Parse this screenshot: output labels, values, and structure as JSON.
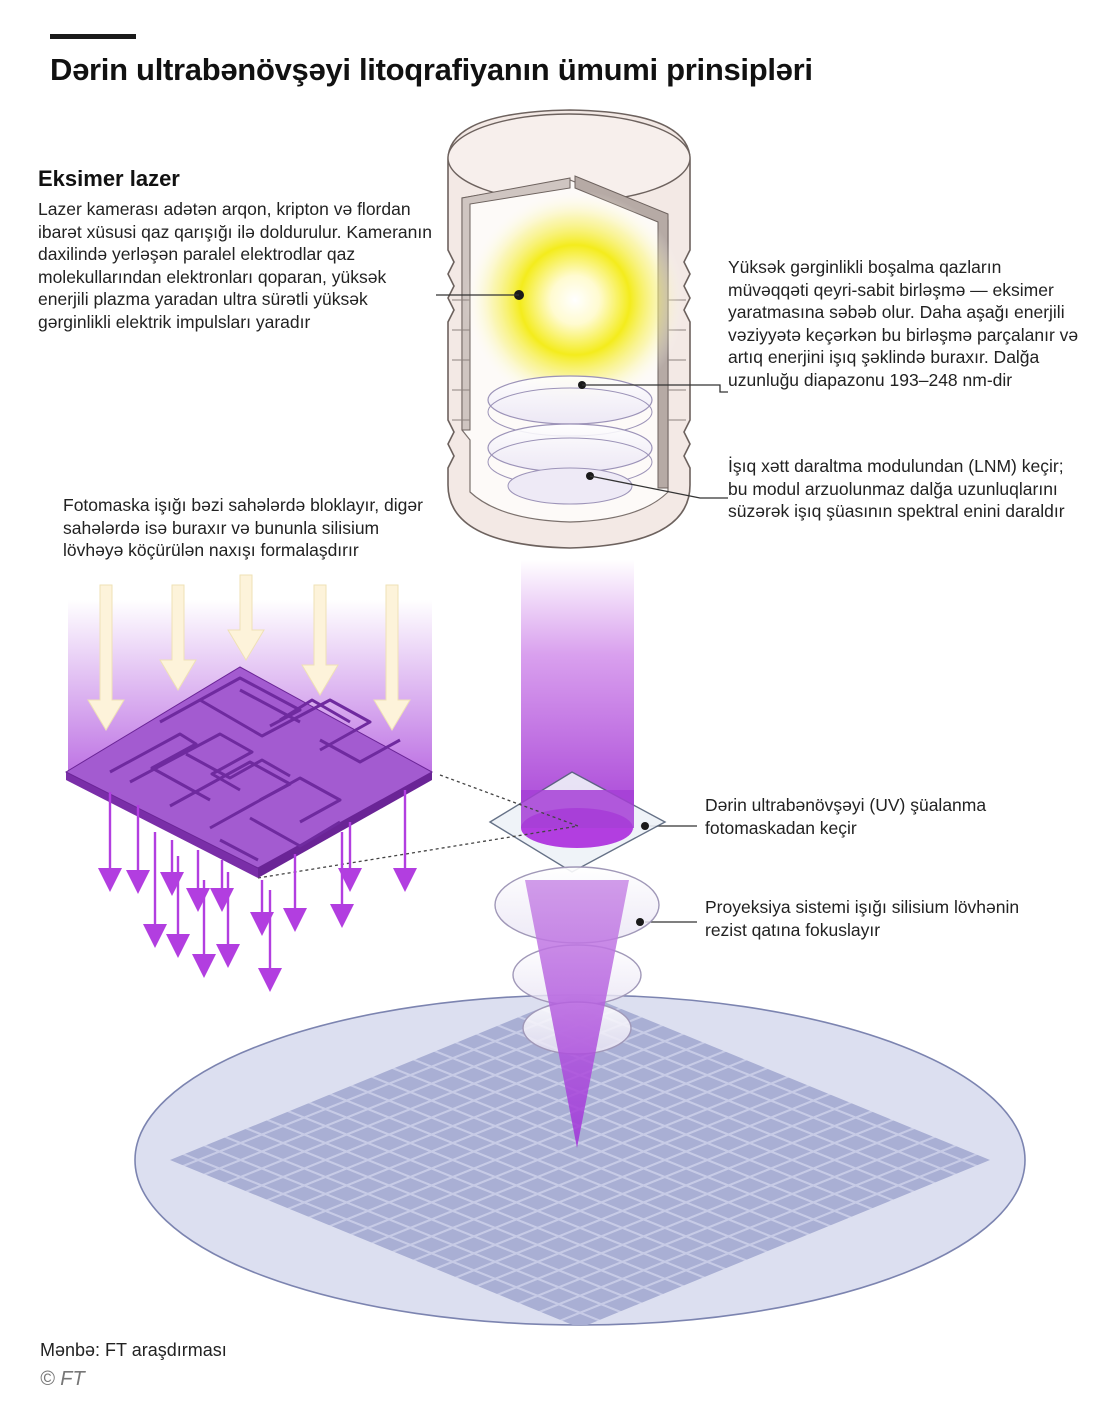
{
  "title": "Dərin ultrabənövşəyi litoqrafiyanın ümumi prinsipləri",
  "laser": {
    "heading": "Eksimer lazer",
    "description": "Lazer kamerası adətən arqon, kripton və flordan ibarət xüsusi qaz qarışığı ilə doldurulur. Kameranın daxilində yerləşən paralel elektrodlar qaz molekullarından elektronları qoparan, yüksək enerjili plazma yaradan ultra sürətli yüksək gərginlikli elektrik impulsları yaradır"
  },
  "callouts": {
    "discharge": "Yüksək gərginlikli boşalma qazların müvəqqəti qeyri-sabit birləşmə — eksimer yaratmasına səbəb olur. Daha aşağı enerjili vəziyyətə keçərkən bu birləşmə parçalanır və artıq enerjini işıq şəklində buraxır. Dalğa uzunluğu diapazonu 193–248 nm-dir",
    "lnm": "İşıq xətt daraltma modulundan (LNM) keçir; bu modul arzuolunmaz dalğa uzunluqlarını süzərək işıq şüasının spektral enini daraldır",
    "photomask": "Fotomaska işığı bəzi sahələrdə bloklayır, digər sahələrdə isə buraxır və bununla silisium lövhəyə köçürülən naxışı formalaşdırır",
    "uv": "Dərin ultrabənövşəyi (UV) şüalanma fotomaskadan keçir",
    "projection": "Proyeksiya sistemi işığı silisium lövhənin rezist qatına fokuslayır"
  },
  "footer": {
    "source": "Mənbə: FT araşdırması",
    "copyright": "© FT"
  },
  "colors": {
    "uv_purple": "#a640d6",
    "light_yellow": "#f4ec1c",
    "housing_pink": "#f3e9e5",
    "wafer_blue": "#dcdff0",
    "wafer_tile": "#a9afd4",
    "arrow_cream": "#fdf3da"
  }
}
